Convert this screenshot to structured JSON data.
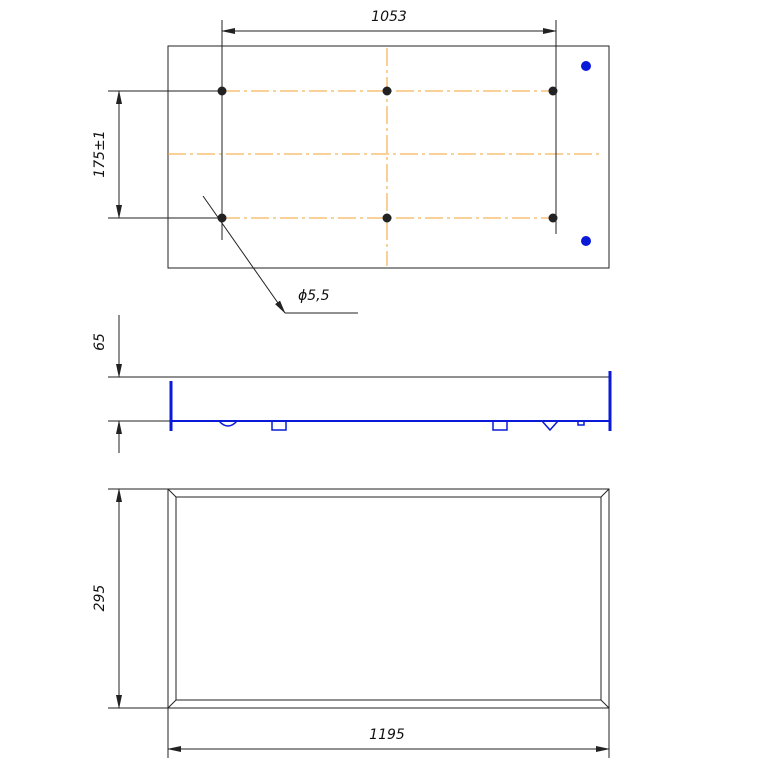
{
  "top_view": {
    "overall_length": "1053",
    "hole_spacing": "175±1",
    "hole_diameter": "ϕ5,5"
  },
  "side_view": {
    "height": "65"
  },
  "front_view": {
    "height": "295",
    "width": "1195"
  },
  "colors": {
    "line": "#222222",
    "centerline": "#f0a030",
    "highlight": "#0a1ad8"
  }
}
